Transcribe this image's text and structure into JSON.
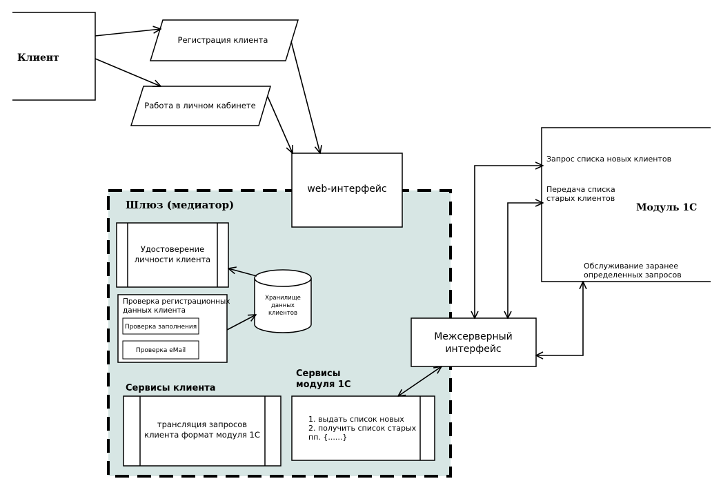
{
  "colors": {
    "gateway_fill": "#d7e6e4",
    "stroke": "#000000",
    "box_fill": "#ffffff"
  },
  "client": {
    "label": "Клиент"
  },
  "client_registration": {
    "label": "Регистрация клиента"
  },
  "personal_account": {
    "label": "Работа в личном кабинете"
  },
  "web_interface": {
    "label": "web-интерфейс"
  },
  "gateway": {
    "title": "Шлюз (медиатор)"
  },
  "identity": {
    "line1": "Удостоверение",
    "line2": "личности клиента"
  },
  "registration_check": {
    "line1": "Проверка регистрационных",
    "line2": "данных клиента",
    "fill_check": "Проверка заполнения",
    "email_check": "Проверка eMail"
  },
  "storage": {
    "line1": "Хранилище",
    "line2": "данных",
    "line3": "клиентов"
  },
  "client_services": {
    "title": "Сервисы клиента",
    "line1": "трансляция запросов",
    "line2": "клиента формат модуля 1С"
  },
  "module_services": {
    "title_line1": "Сервисы",
    "title_line2": "модуля 1С",
    "line1": "1. выдать список новых",
    "line2": "2. получить список старых",
    "line3": "пп. {......}"
  },
  "interserver": {
    "line1": "Межсерверный",
    "line2": "интерфейс"
  },
  "module_1c": {
    "title": "Модуль 1С",
    "request_new": "Запрос списка новых клиентов",
    "transfer_old_line1": "Передача списка",
    "transfer_old_line2": "старых клиентов",
    "service_line1": "Обслуживание заранее",
    "service_line2": "определенных запросов"
  }
}
